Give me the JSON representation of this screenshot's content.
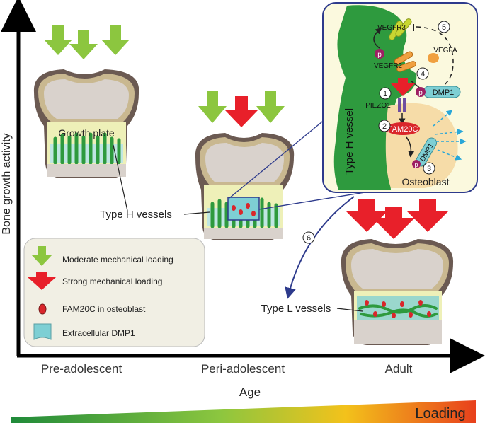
{
  "axes": {
    "y_label": "Bone growth activity",
    "x_label": "Age",
    "stages": [
      "Pre-adolescent",
      "Peri-adolescent",
      "Adult"
    ]
  },
  "labels": {
    "growth_plate": "Growth plate",
    "type_h": "Type H vessels",
    "type_l": "Type L vessels"
  },
  "legend": {
    "moderate": "Moderate mechanical loading",
    "strong": "Strong mechanical loading",
    "fam20c": "FAM20C in osteoblast",
    "dmp1": "Extracellular DMP1"
  },
  "inset": {
    "vessel": "Type H vessel",
    "osteoblast": "Osteoblast",
    "vegfr3": "VEGFR3",
    "vegfr2": "VEGFR2",
    "vegfa": "VEGFA",
    "piezo1": "PIEZO1",
    "fam20c": "FAM20C",
    "dmp1": "DMP1",
    "dmp1_secreted": "DMP1",
    "p": "p",
    "steps": [
      "1",
      "2",
      "3",
      "4",
      "5",
      "6"
    ]
  },
  "loading_bar": {
    "label": "Loading",
    "colors": [
      "#1f8a3a",
      "#8cc63f",
      "#f3c21b",
      "#e8401c"
    ]
  },
  "colors": {
    "green_arrow": "#8cc63f",
    "red_arrow": "#e8202a",
    "vessel_green": "#2e9a3e",
    "growth_plate": "#eef0b8",
    "marrow": "#d9d2cc",
    "bone_shell": "#6b5a52",
    "dmp1_teal": "#7ecfd4",
    "fam20c_red": "#d9262b",
    "inset_border": "#2d3a8c",
    "inset_bg": "#fbf9de"
  }
}
